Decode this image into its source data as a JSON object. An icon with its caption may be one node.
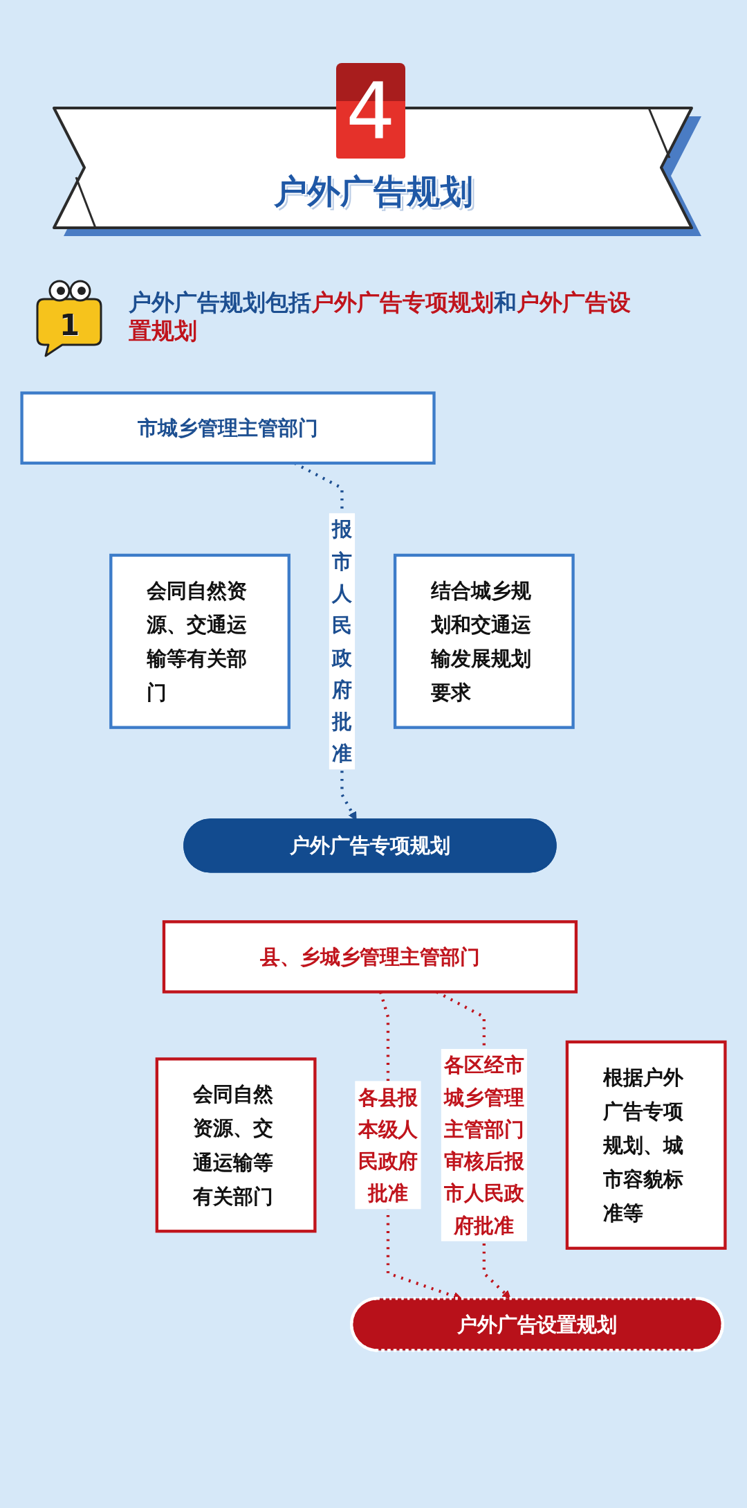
{
  "diagram": {
    "title": "户外广告规划",
    "nodes": [
      {
        "text": [
          "市城乡管理主管部门"
        ]
      },
      {
        "text": [
          "会同自然资源、交通运输等有关部门"
        ]
      },
      {
        "text": [
          "结合城乡规划和交通运输发展规划要求"
        ]
      },
      {
        "text": [
          "户外广告专项规划"
        ]
      },
      {
        "text": [
          "县、乡城乡管理主管部门"
        ]
      },
      {
        "text": [
          "会同自然资源、交通运输等有关部门"
        ]
      },
      {
        "text": [
          "根据户外广告专项规划、城市容貌标准等"
        ]
      },
      {
        "text": [
          "户外广告设置规划"
        ]
      }
    ],
    "edges": [
      {
        "from": 0,
        "to": 3,
        "arrow": "to",
        "label": "报市人民政府批准",
        "style": "dashed",
        "color": "#1d4f91"
      },
      {
        "from": 4,
        "to": 7,
        "arrow": "to",
        "label": "各县报本级人民政府批准",
        "style": "dashed"
      },
      {
        "from": 4,
        "to": 7,
        "arrow": "to",
        "label": "各区经市城乡管理主管部门审核后报市人民政府批准",
        "style": "dashed"
      }
    ],
    "labels": [
      "4",
      "1",
      "户外广告规划包括**户外广告专项规划**和**户外广告设置规划**"
    ]
  }
}
